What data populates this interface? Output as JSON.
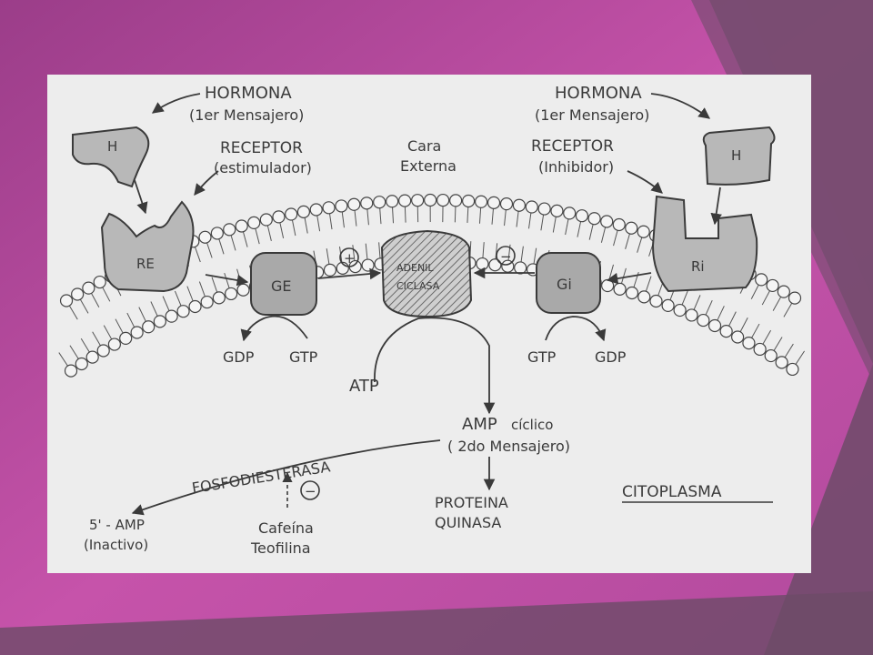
{
  "colors": {
    "background_magenta": "#c04fa6",
    "background_dark": "#6b4a66",
    "panel": "#ededed",
    "ink": "#3a3a3a",
    "shape_fill": "#b8b8b8"
  },
  "diagram": {
    "hormone_left": {
      "text": "HORMONA",
      "sub": "(1er Mensajero)"
    },
    "hormone_right": {
      "text": "HORMONA",
      "sub": "(1er Mensajero)"
    },
    "hormone_symbol_left": "H",
    "hormone_symbol_right": "H",
    "receptor_left": {
      "title": "RECEPTOR",
      "sub": "(estimulador)"
    },
    "receptor_right": {
      "title": "RECEPTOR",
      "sub": "(Inhibidor)"
    },
    "cara_externa": {
      "line1": "Cara",
      "line2": "Externa"
    },
    "receptor_stim_symbol": "RE",
    "receptor_inhib_symbol": "Ri",
    "g_stim_symbol": "GE",
    "g_inhib_symbol": "Gi",
    "plus_sign": "+",
    "minus_sign": "−",
    "adenil": {
      "line1": "ADENIL",
      "line2": "CICLASA"
    },
    "gdp_left": "GDP",
    "gtp_left": "GTP",
    "gtp_right": "GTP",
    "gdp_right": "GDP",
    "atp": "ATP",
    "amp": {
      "main": "AMP",
      "suffix": "cíclico",
      "sub": "( 2do Mensajero)"
    },
    "fosfo": "FOSFODIESTERASA",
    "minus_inhib": "−",
    "amp5": {
      "line1": "5' - AMP",
      "line2": "(Inactivo)"
    },
    "cafeina": {
      "line1": "Cafeína",
      "line2": "Teofilina"
    },
    "proteina": {
      "line1": "PROTEINA",
      "line2": "QUINASA"
    },
    "citoplasma": "CITOPLASMA"
  }
}
